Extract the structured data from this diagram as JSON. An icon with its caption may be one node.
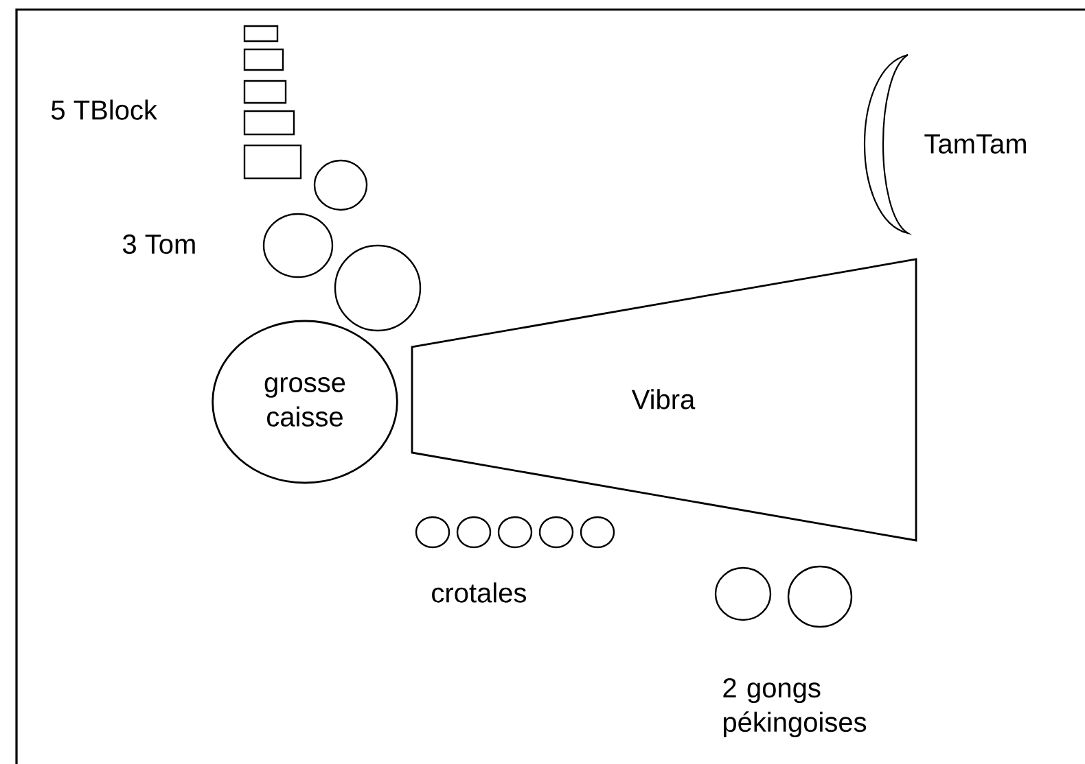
{
  "diagram": {
    "nodes": [
      {
        "text": [],
        "shape": "box"
      },
      {
        "text": [],
        "shape": "box"
      },
      {
        "text": [],
        "shape": "box"
      },
      {
        "text": [],
        "shape": "box"
      },
      {
        "text": [],
        "shape": "box"
      },
      {
        "text": [],
        "shape": "circle"
      },
      {
        "text": [],
        "shape": "circle"
      },
      {
        "text": [],
        "shape": "circle"
      },
      {
        "text": [],
        "shape": "crescent",
        "beside": [
          "TamTam"
        ]
      },
      {
        "text": [
          "grosse caisse"
        ]
      },
      {
        "text": [
          "Vibra"
        ]
      },
      {
        "text": [],
        "shape": "circle"
      },
      {
        "text": [],
        "shape": "circle"
      },
      {
        "text": [],
        "shape": "circle"
      },
      {
        "text": [],
        "shape": "circle"
      },
      {
        "text": [],
        "shape": "circle"
      },
      {
        "text": [],
        "shape": "circle"
      },
      {
        "text": [],
        "shape": "circle"
      }
    ],
    "labels": [
      "5 TBlock",
      "3 Tom",
      "crotales",
      "2 gongs pékingoises"
    ]
  }
}
